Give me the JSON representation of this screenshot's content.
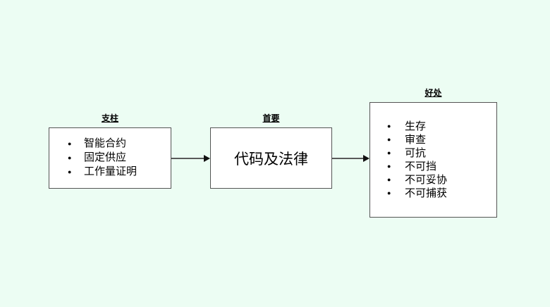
{
  "diagram": {
    "colors": {
      "background": "#ecfdf3",
      "box_fill": "#ffffff",
      "box_border": "#545454",
      "text": "#000000",
      "arrow_line": "#595959",
      "arrow_head": "#111111"
    },
    "nodes": {
      "pillars": {
        "label": "支柱",
        "items": [
          "智能合约",
          "固定供应",
          "工作量证明"
        ]
      },
      "primary": {
        "label": "首要",
        "text": "代码及法律"
      },
      "benefits": {
        "label": "好处",
        "items": [
          "生存",
          "审查",
          "可抗",
          "不可挡",
          "不可妥协",
          "不可捕获"
        ]
      }
    },
    "edges": [
      {
        "from": "支柱",
        "to": "首要"
      },
      {
        "from": "首要",
        "to": "好处"
      }
    ]
  }
}
